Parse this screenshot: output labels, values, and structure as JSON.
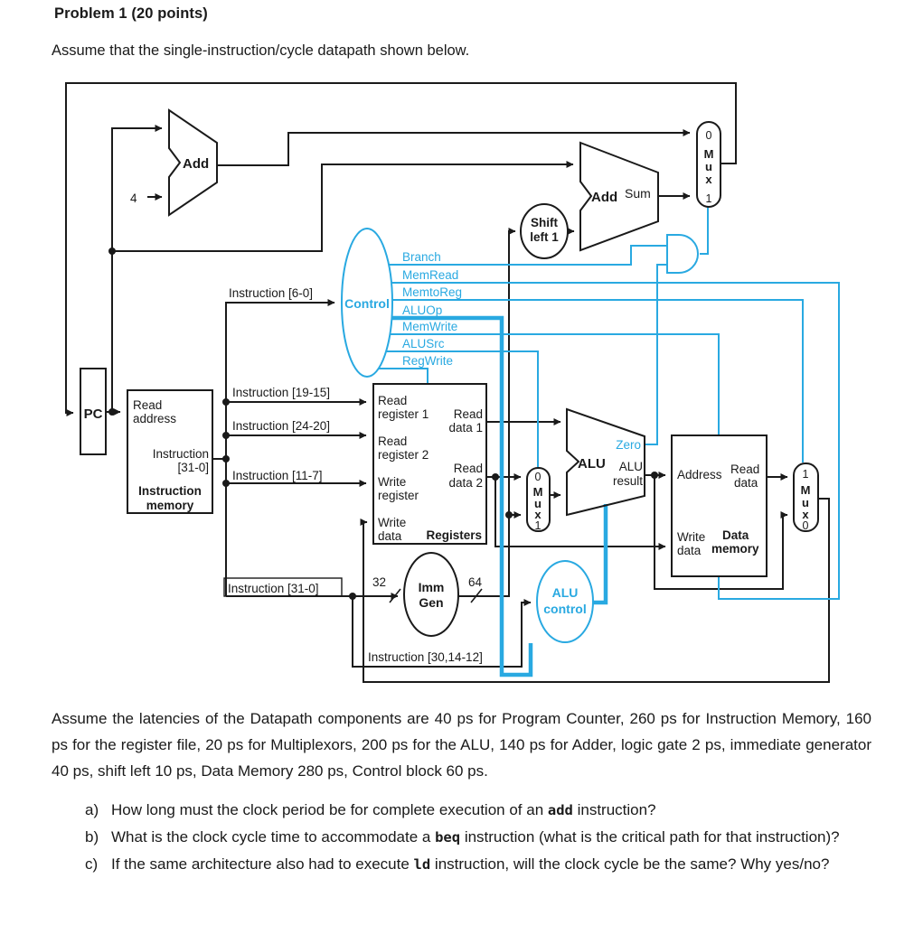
{
  "page": {
    "title": "Problem 1 (20 points)",
    "intro": "Assume that the single-instruction/cycle datapath shown below.",
    "latency_paragraph": "Assume the latencies of the Datapath components are 40 ps for Program Counter, 260 ps for Instruction Memory, 160 ps for the register file, 20 ps for Multiplexors, 200 ps for the ALU, 140 ps for Adder, logic gate 2 ps, immediate generator 40 ps, shift left 10 ps, Data Memory 280 ps, Control block 60 ps.",
    "questions": [
      {
        "label": "a)",
        "pre": "How long must the clock period be for complete execution of an ",
        "code": "add",
        "post": " instruction?"
      },
      {
        "label": "b)",
        "pre": "What is the clock cycle time to accommodate a ",
        "code": "beq",
        "post": " instruction (what is the critical path for that instruction)?"
      },
      {
        "label": "c)",
        "pre": "If the same architecture also had to execute ",
        "code": "ld",
        "post": " instruction, will the clock cycle be the same? Why yes/no?"
      }
    ]
  },
  "diagram": {
    "colors": {
      "control_blue": "#29a9e1",
      "wire_black": "#1a1a1a"
    },
    "labels": {
      "pc": "PC",
      "four": "4",
      "add1": "Add",
      "add2": "Add",
      "sum": "Sum",
      "shift_l1": "Shift",
      "shift_l2": "left 1",
      "control": "Control",
      "imm_l1": "Imm",
      "imm_l2": "Gen",
      "w32": "32",
      "w64": "64",
      "aluctl_l1": "ALU",
      "aluctl_l2": "control",
      "alu": "ALU",
      "zero": "Zero",
      "alures_l1": "ALU",
      "alures_l2": "result",
      "im_ra_l1": "Read",
      "im_ra_l2": "address",
      "im_instr_l1": "Instruction",
      "im_instr_l2": "[31-0]",
      "im_title_l1": "Instruction",
      "im_title_l2": "memory",
      "reg_rr1_l1": "Read",
      "reg_rr1_l2": "register 1",
      "reg_rr2_l1": "Read",
      "reg_rr2_l2": "register 2",
      "reg_wr_l1": "Write",
      "reg_wr_l2": "register",
      "reg_wd_l1": "Write",
      "reg_wd_l2": "data",
      "reg_rd1_l1": "Read",
      "reg_rd1_l2": "data 1",
      "reg_rd2_l1": "Read",
      "reg_rd2_l2": "data 2",
      "reg_title": "Registers",
      "dm_addr": "Address",
      "dm_rd_l1": "Read",
      "dm_rd_l2": "data",
      "dm_wd_l1": "Write",
      "dm_wd_l2": "data",
      "dm_title_l1": "Data",
      "dm_title_l2": "memory",
      "instr60": "Instruction [6-0]",
      "instr1915": "Instruction [19-15]",
      "instr2420": "Instruction [24-20]",
      "instr117": "Instruction [11-7]",
      "instr310": "Instruction [31-0]",
      "instr3014": "Instruction [30,14-12]",
      "mux_m": "M",
      "mux_u": "u",
      "mux_x": "x",
      "zero_d": "0",
      "one_d": "1",
      "signals": {
        "branch": "Branch",
        "memread": "MemRead",
        "memtoreg": "MemtoReg",
        "aluop": "ALUOp",
        "memwrite": "MemWrite",
        "alusrc": "ALUSrc",
        "regwrite": "RegWrite"
      }
    }
  }
}
